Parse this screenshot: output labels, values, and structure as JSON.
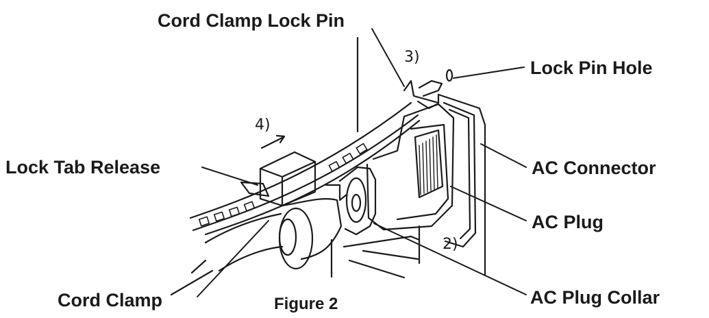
{
  "figure": {
    "caption": "Figure 2",
    "labels": {
      "cord_clamp_lock_pin": "Cord Clamp Lock Pin",
      "lock_pin_hole": "Lock Pin Hole",
      "lock_tab_release": "Lock Tab Release",
      "ac_connector": "AC Connector",
      "ac_plug": "AC Plug",
      "cord_clamp": "Cord Clamp",
      "ac_plug_collar": "AC Plug Collar"
    },
    "steps": {
      "step_2": "2)",
      "step_3": "3)",
      "step_4": "4)"
    }
  },
  "colors": {
    "ink": "#1a1a1a",
    "background": "#ffffff"
  }
}
